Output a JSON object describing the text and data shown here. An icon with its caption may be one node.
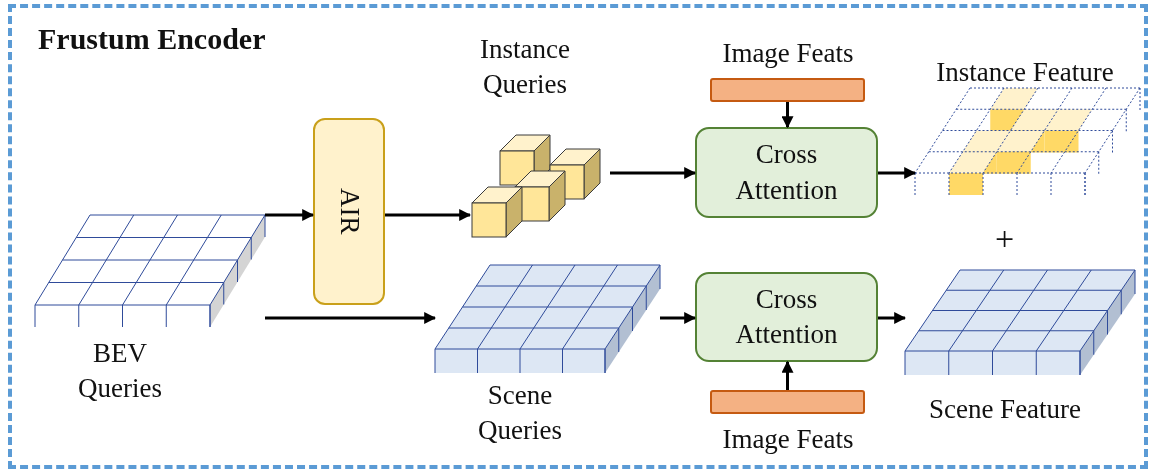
{
  "diagram": {
    "nodes": [
      {
        "text": [
          "Frustum Encoder"
        ]
      },
      {
        "text": [],
        "shape": "grid",
        "beside": [
          "BEV Queries"
        ],
        "in": 0
      },
      {
        "text": [
          "AIR"
        ],
        "in": 0
      },
      {
        "text": [],
        "shape": "cubes",
        "beside": [
          "Instance Queries"
        ],
        "in": 0
      },
      {
        "text": [],
        "shape": "grid",
        "beside": [
          "Scene Queries"
        ],
        "in": 0
      },
      {
        "text": [],
        "shape": "bar",
        "beside": [
          "Image Feats"
        ],
        "in": 0
      },
      {
        "text": [
          "Cross Attention"
        ],
        "in": 0
      },
      {
        "text": [],
        "shape": "bar",
        "beside": [
          "Image Feats"
        ],
        "in": 0
      },
      {
        "text": [
          "Cross Attention"
        ],
        "in": 0
      },
      {
        "text": [],
        "shape": "grid",
        "beside": [
          "Instance Feature"
        ],
        "in": 0
      },
      {
        "text": [],
        "shape": "grid",
        "beside": [
          "Scene Feature"
        ],
        "in": 0
      }
    ],
    "edges": [
      {
        "from": 1,
        "to": 2,
        "arrow": "to"
      },
      {
        "from": 2,
        "to": 3,
        "arrow": "to"
      },
      {
        "from": 1,
        "to": 4,
        "arrow": "to"
      },
      {
        "from": 3,
        "to": 6,
        "arrow": "to"
      },
      {
        "from": 5,
        "to": 6,
        "arrow": "to"
      },
      {
        "from": 4,
        "to": 8,
        "arrow": "to"
      },
      {
        "from": 7,
        "to": 8,
        "arrow": "to"
      },
      {
        "from": 6,
        "to": 9,
        "arrow": "to"
      },
      {
        "from": 8,
        "to": 10,
        "arrow": "to"
      }
    ],
    "labels": [
      "+"
    ]
  }
}
